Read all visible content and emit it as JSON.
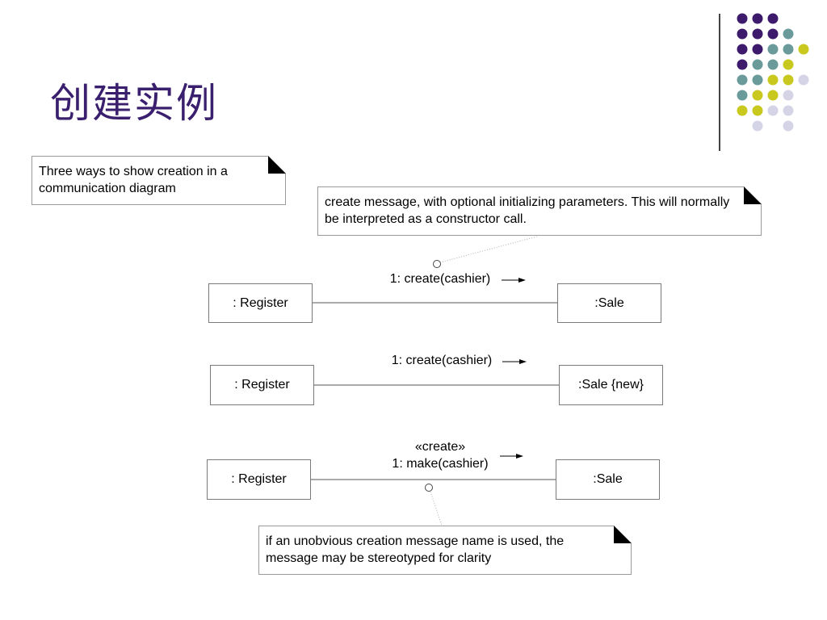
{
  "slide": {
    "title": "创建实例"
  },
  "notes": {
    "intro": "Three ways to show creation in a communication diagram",
    "create_message": "create message, with optional initializing parameters. This will normally be interpreted as a constructor call.",
    "stereotype": "if an unobvious creation message name is used, the message may be stereotyped for clarity"
  },
  "diagrams": [
    {
      "left": ": Register",
      "right": ":Sale",
      "message": "1: create(cashier)"
    },
    {
      "left": ": Register",
      "right": ":Sale {new}",
      "message": "1: create(cashier)"
    },
    {
      "left": ": Register",
      "right": ":Sale",
      "stereotype": "«create»",
      "message": "1: make(cashier)"
    }
  ],
  "colors": {
    "title": "#3a1f6e",
    "purple": "#3d1a6b",
    "teal": "#6a9a9a",
    "yellow": "#c8c81e",
    "lavender": "#d4d4e6"
  }
}
